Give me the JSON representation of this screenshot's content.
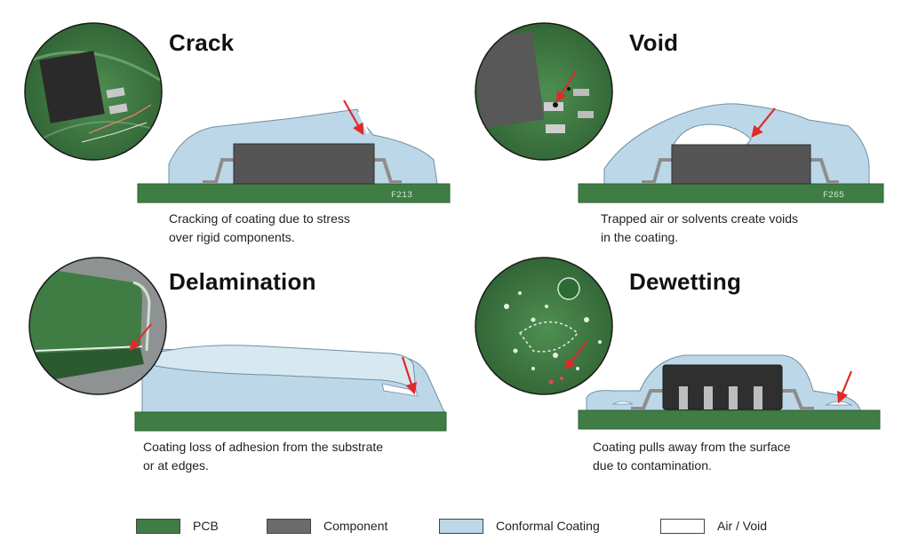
{
  "panels": {
    "crack": {
      "title": "Crack",
      "caption": [
        "Cracking of coating due to stress",
        "over rigid components."
      ],
      "pcb_marking": "F213"
    },
    "void": {
      "title": "Void",
      "caption": [
        "Trapped air or solvents create voids",
        "in the coating."
      ],
      "pcb_marking": "F265"
    },
    "delamination": {
      "title": "Delamination",
      "caption": [
        "Coating loss of adhesion from the substrate",
        "or at edges."
      ]
    },
    "dewetting": {
      "title": "Dewetting",
      "caption": [
        "Coating pulls away from the surface",
        "due to contamination."
      ]
    }
  },
  "legend": [
    {
      "label": "PCB",
      "color": "#3f7d45"
    },
    {
      "label": "Component",
      "color": "#6b6b6b"
    },
    {
      "label": "Conformal Coating",
      "color": "#bcd8e8"
    },
    {
      "label": "Air / Void",
      "color": "#ffffff"
    }
  ],
  "colors": {
    "pcb": "#3f7d45",
    "pcb_dark": "#2e5f33",
    "component": "#4a4a4a",
    "lead": "#9a9a9a",
    "coating": "#bcd8e8",
    "coating_edge": "#6f8fa3",
    "arrow": "#e02a2a",
    "void": "#ffffff"
  }
}
